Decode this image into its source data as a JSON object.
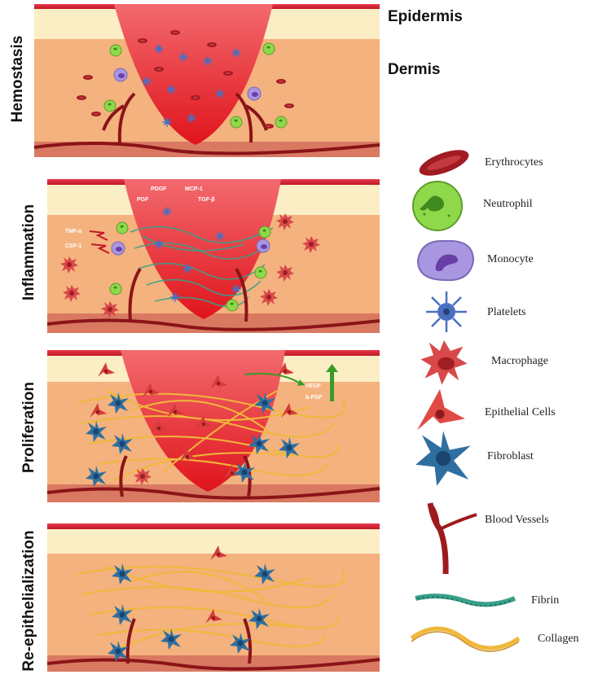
{
  "layers": {
    "epidermis": "Epidermis",
    "dermis": "Dermis"
  },
  "stages": [
    "Hemostasis",
    "Inflammation",
    "Proliferation",
    "Re-epithelialization"
  ],
  "factors": {
    "inflammation": [
      "PDGF",
      "MCP-1",
      "PGF",
      "TGF-β",
      "TNF-α",
      "CSF-1"
    ],
    "proliferation": [
      "VEGF",
      "b-FGF"
    ]
  },
  "legend": [
    "Erythrocytes",
    "Neutrophil",
    "Monocyte",
    "Platelets",
    "Macrophage",
    "Epithelial Cells",
    "Fibroblast",
    "Blood Vessels",
    "Fibrin",
    "Collagen"
  ],
  "colors": {
    "epidermis": "#fbeec5",
    "dermis": "#f4b27e",
    "wound": "#e8323a",
    "erythrocyte": "#a01c22",
    "neutrophil": "#8fd84a",
    "monocyte": "#a996e0",
    "platelet": "#4a6fc0",
    "macrophage": "#d9484a",
    "fibroblast": "#2e6fa0",
    "collagen": "#f0b83a",
    "fibrin": "#3aa08a"
  }
}
